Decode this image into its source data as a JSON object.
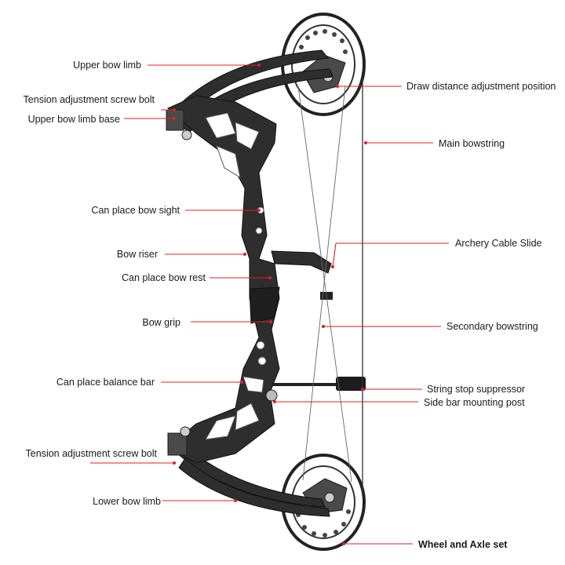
{
  "labels": {
    "upper_bow_limb": "Upper bow limb",
    "tension_screw_upper": "Tension adjustment screw bolt",
    "upper_limb_base": "Upper bow limb base",
    "bow_sight": "Can place bow sight",
    "bow_riser": "Bow riser",
    "bow_rest": "Can place bow rest",
    "bow_grip": "Bow grip",
    "balance_bar": "Can place balance bar",
    "tension_screw_lower": "Tension adjustment screw bolt",
    "lower_bow_limb": "Lower bow limb",
    "draw_distance": "Draw distance adjustment position",
    "main_bowstring": "Main bowstring",
    "cable_slide": "Archery Cable Slide",
    "secondary_bowstring": "Secondary bowstring",
    "string_stop": "String stop suppressor",
    "side_bar_post": "Side bar mounting post",
    "wheel_axle": "Wheel and Axle set"
  },
  "colors": {
    "leader_line": "#d22222",
    "bow_body": "#2e2e2e",
    "background": "#ffffff"
  }
}
